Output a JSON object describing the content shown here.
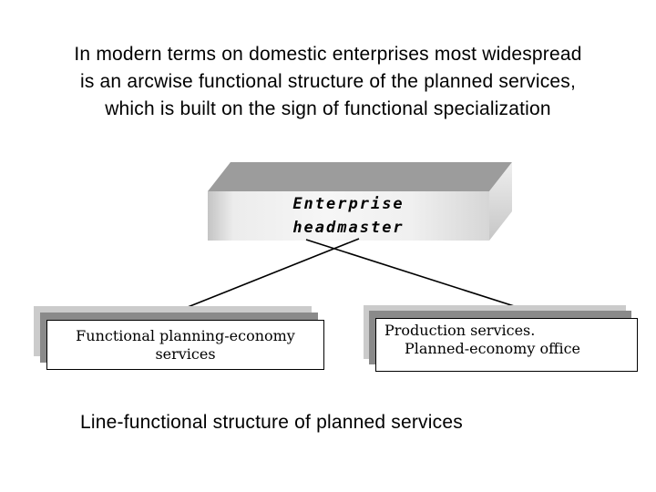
{
  "slide": {
    "title": "In modern terms on domestic enterprises most widespread\nis an arcwise functional structure of the planned services,\nwhich is built on the sign of functional specialization",
    "caption": "Line-functional structure of planned services"
  },
  "diagram": {
    "root_box": {
      "label": "Enterprise\nheadmaster"
    },
    "left_box": {
      "line1": "Functional planning-economy",
      "line2": "services"
    },
    "right_box": {
      "line1": "Production services.",
      "line2": "Planned-economy office"
    },
    "connections": [
      {
        "from": "root_box",
        "to": "left_box",
        "style": "arrow"
      },
      {
        "from": "root_box",
        "to": "right_box",
        "style": "arrow"
      }
    ],
    "colors": {
      "background": "#ffffff",
      "text": "#000000",
      "box_top_face": "#9c9c9c",
      "box_front_face_light": "#f5f5f5",
      "box_front_face_edge": "#c4c4c4",
      "box_side_face": "#e9e9e9",
      "node_fill": "#ffffff",
      "node_border": "#000000",
      "shadow_dark": "#8a8a8a",
      "shadow_light": "#cbcbcb",
      "arrow": "#000000"
    }
  }
}
